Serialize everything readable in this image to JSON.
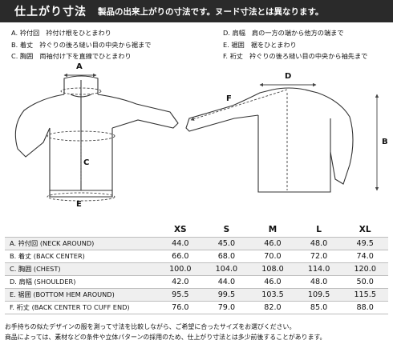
{
  "header": {
    "title": "仕上がり寸法",
    "subtitle": "製品の出来上がりの寸法です。ヌード寸法とは異なります。"
  },
  "legend": {
    "left": [
      {
        "key": "A. 衿付回",
        "desc": "衿付け根をひとまわり"
      },
      {
        "key": "B. 着丈",
        "desc": "衿ぐりの後ろ縫い目の中央から裾まで"
      },
      {
        "key": "C. 胸囲",
        "desc": "両袖付け下を直線でひとまわり"
      }
    ],
    "right": [
      {
        "key": "D. 肩幅",
        "desc": "肩の一方の端から他方の端まで"
      },
      {
        "key": "E. 裾囲",
        "desc": "裾をひとまわり"
      },
      {
        "key": "F. 裄丈",
        "desc": "衿ぐりの後ろ縫い目の中央から袖先まで"
      }
    ]
  },
  "diagram": {
    "labels": {
      "a": "A",
      "b": "B",
      "c": "C",
      "d": "D",
      "e": "E",
      "f": "F"
    },
    "colors": {
      "outline": "#333333",
      "measure": "#444444"
    }
  },
  "table": {
    "sizes": [
      "XS",
      "S",
      "M",
      "L",
      "XL"
    ],
    "rows": [
      {
        "name": "A. 衿付回 (NECK AROUND)",
        "values": [
          "44.0",
          "45.0",
          "46.0",
          "48.0",
          "49.5"
        ]
      },
      {
        "name": "B. 着丈 (BACK CENTER)",
        "values": [
          "66.0",
          "68.0",
          "70.0",
          "72.0",
          "74.0"
        ]
      },
      {
        "name": "C. 胸囲 (CHEST)",
        "values": [
          "100.0",
          "104.0",
          "108.0",
          "114.0",
          "120.0"
        ]
      },
      {
        "name": "D. 肩幅 (SHOULDER)",
        "values": [
          "42.0",
          "44.0",
          "46.0",
          "48.0",
          "50.0"
        ]
      },
      {
        "name": "E. 裾囲 (BOTTOM HEM AROUND)",
        "values": [
          "95.5",
          "99.5",
          "103.5",
          "109.5",
          "115.5"
        ]
      },
      {
        "name": "F. 裄丈 (BACK CENTER TO CUFF END)",
        "values": [
          "76.0",
          "79.0",
          "82.0",
          "85.0",
          "88.0"
        ]
      }
    ]
  },
  "notes": [
    "お手持ちの似たデザインの服を測って寸法を比較しながら、ご希望に合ったサイズをお選びください。",
    "商品によっては、素材などの条件や立体パターンの採用のため、仕上がり寸法とは多少前後することがあります。"
  ]
}
